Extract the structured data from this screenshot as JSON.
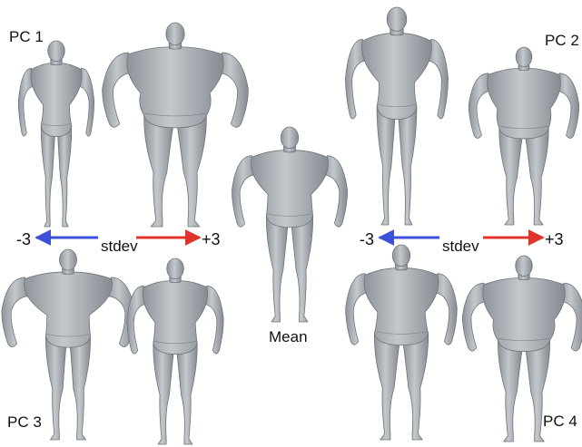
{
  "labels": {
    "pc1": "PC 1",
    "pc2": "PC 2",
    "pc3": "PC 3",
    "pc4": "PC 4",
    "mean": "Mean"
  },
  "axes": [
    {
      "minus": "-3",
      "center": "stdev",
      "plus": "+3"
    },
    {
      "minus": "-3",
      "center": "stdev",
      "plus": "+3"
    }
  ],
  "colors": {
    "negative_arrow": "#3b4fd8",
    "positive_arrow": "#e0332b",
    "body_fill": "#a9afb4",
    "body_stroke": "#6f7479"
  },
  "figures": [
    {
      "name": "pc1-minus3",
      "shape": "slim",
      "icon": "body-mesh-icon"
    },
    {
      "name": "pc1-plus3",
      "shape": "heavy",
      "icon": "body-mesh-icon"
    },
    {
      "name": "pc2-minus3",
      "shape": "tall",
      "icon": "body-mesh-icon"
    },
    {
      "name": "pc2-plus3",
      "shape": "short-heavy",
      "icon": "body-mesh-icon"
    },
    {
      "name": "mean",
      "shape": "average",
      "icon": "body-mesh-icon"
    },
    {
      "name": "pc3-minus3",
      "shape": "muscular",
      "icon": "body-mesh-icon"
    },
    {
      "name": "pc3-plus3",
      "shape": "narrow-shoulder",
      "icon": "body-mesh-icon"
    },
    {
      "name": "pc4-minus3",
      "shape": "pear",
      "icon": "body-mesh-icon"
    },
    {
      "name": "pc4-plus3",
      "shape": "apple",
      "icon": "body-mesh-icon"
    }
  ]
}
